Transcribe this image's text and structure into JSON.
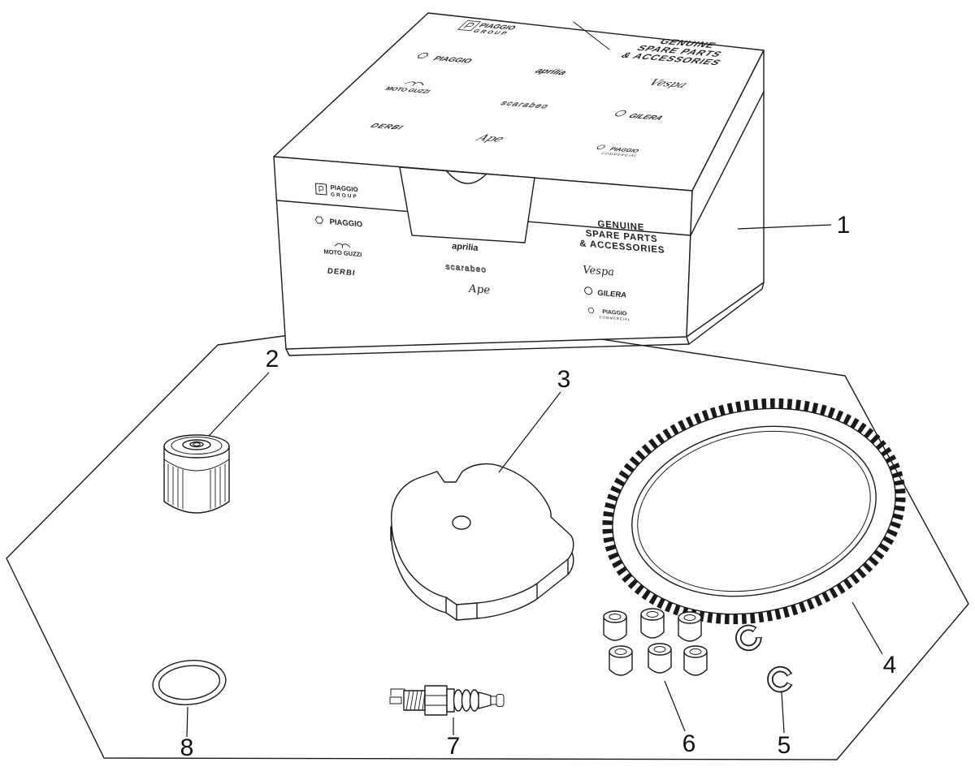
{
  "figure": {
    "callouts": {
      "c1": "1",
      "c2": "2",
      "c3": "3",
      "c4": "4",
      "c5": "5",
      "c6": "6",
      "c7": "7",
      "c8": "8"
    },
    "box": {
      "group_logo": {
        "l1": "PIAGGIO",
        "l2": "GROUP"
      },
      "tagline": {
        "l1": "GENUINE",
        "l2": "SPARE PARTS",
        "l3": "& ACCESSORIES"
      },
      "brands": {
        "piaggio": "PIAGGIO",
        "aprilia": "aprilia",
        "moto_guzzi": "MOTO GUZZI",
        "vespa": "Vespa",
        "scarabeo": "scarabeo",
        "gilera": "GILERA",
        "derbi": "DERBI",
        "ape": "Ape",
        "piaggio_commercial": {
          "l1": "PIAGGIO",
          "l2": "COMMERCIAL"
        }
      }
    },
    "colors": {
      "line": "#1a1a1a",
      "background": "#ffffff"
    }
  }
}
